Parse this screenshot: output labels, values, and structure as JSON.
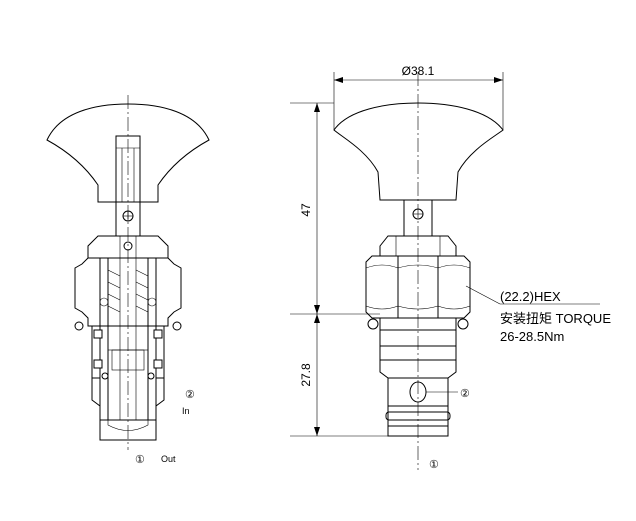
{
  "dimensions": {
    "diameter": "Ø38.1",
    "height_upper": "47",
    "height_lower": "27.8"
  },
  "callout": {
    "hex": "(22.2)HEX",
    "torque_label": "安装扭矩 TORQUE",
    "torque_value": "26-28.5Nm"
  },
  "ports": {
    "port1_symbol": "①",
    "port2_symbol": "②",
    "out_label": "Out",
    "in_label": "In"
  }
}
